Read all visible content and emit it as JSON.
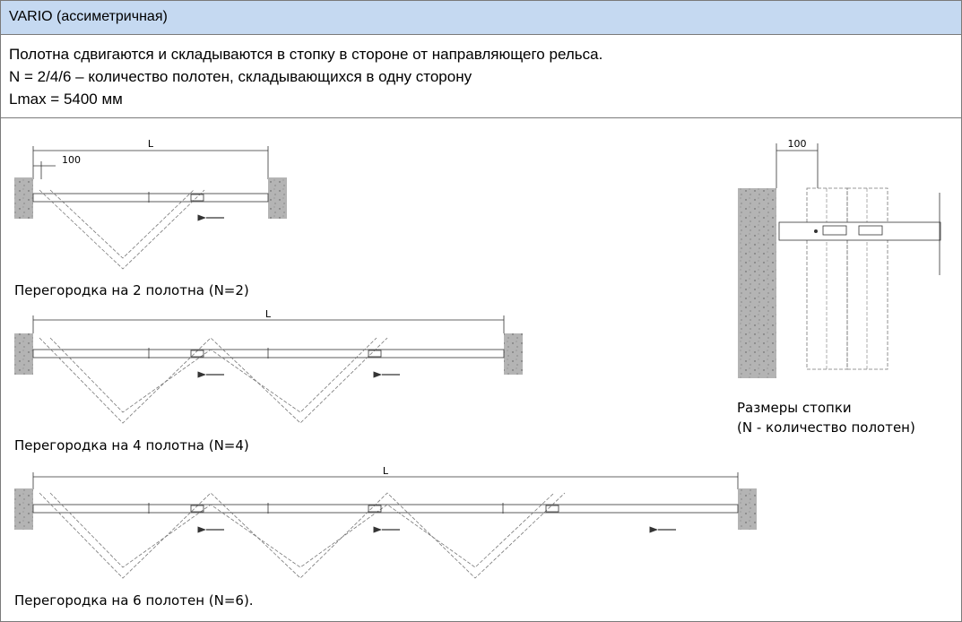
{
  "header": {
    "title": "VARIO (ассиметричная)"
  },
  "description": {
    "line1": "Полотна сдвигаются и складываются в стопку в стороне от направляющего рельса.",
    "line2": "N = 2/4/6 – количество полотен, складывающихся  в одну сторону",
    "line3": "Lmax = 5400 мм"
  },
  "drawings": {
    "dim_length_label": "L",
    "dim_offset_label": "100",
    "caption_n2": "Перегородка на 2 полотна (N=2)",
    "caption_n4": "Перегородка на 4 полотна (N=4)",
    "caption_n6": "Перегородка на 6 полотен (N=6).",
    "stack_caption_line1": "Размеры стопки",
    "stack_caption_line2": "(N - количество полотен)"
  },
  "colors": {
    "header_bg": "#c5d9f1",
    "border": "#7a7a7a",
    "wall": "#b4b4b4"
  }
}
